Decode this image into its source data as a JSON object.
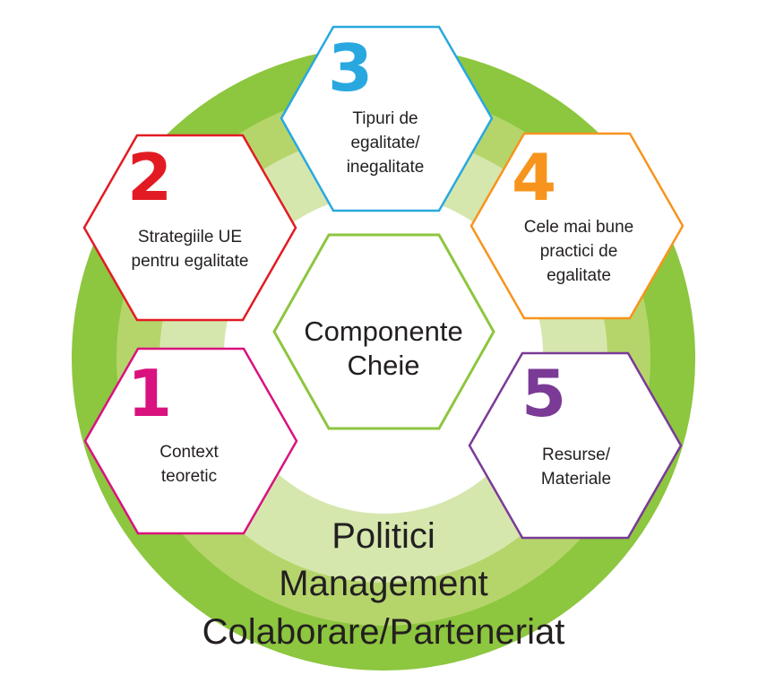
{
  "colors": {
    "outer_ring": "#8dc63f",
    "mid_ring": "#b5d56b",
    "inner_ring": "#d6e7ae",
    "center_stroke": "#8dc63f",
    "hex1": "#d9127f",
    "hex2": "#e21b23",
    "hex3": "#29a8e0",
    "hex4": "#f7941d",
    "hex5": "#7b3a96",
    "text": "#231f20"
  },
  "center": {
    "line1": "Componente",
    "line2": "Cheie"
  },
  "hexagons": [
    {
      "number": "1",
      "lines": [
        "Context",
        "teoretic"
      ]
    },
    {
      "number": "2",
      "lines": [
        "Strategiile UE",
        "pentru egalitate"
      ]
    },
    {
      "number": "3",
      "lines": [
        "Tipuri de",
        "egalitate/",
        "inegalitate"
      ]
    },
    {
      "number": "4",
      "lines": [
        "Cele mai bune",
        "practici de",
        "egalitate"
      ]
    },
    {
      "number": "5",
      "lines": [
        "Resurse/",
        "Materiale"
      ]
    }
  ],
  "bottom": {
    "line1": "Politici",
    "line2": "Management",
    "line3": "Colaborare/Parteneriat"
  }
}
